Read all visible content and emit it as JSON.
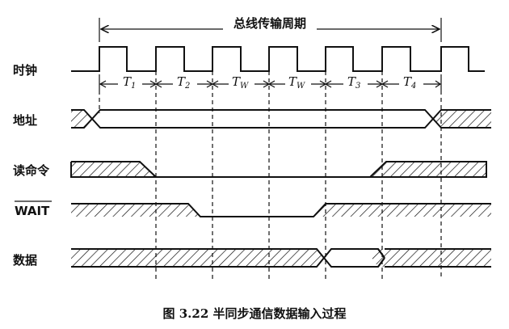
{
  "bus_cycle_label": "总线传输周期",
  "signals": {
    "clock": "时钟",
    "address": "地址",
    "read_command": "读命令",
    "wait": "WAIT",
    "data": "数据"
  },
  "periods": [
    {
      "base": "T",
      "sub": "1"
    },
    {
      "base": "T",
      "sub": "2"
    },
    {
      "base": "T",
      "sub": "W"
    },
    {
      "base": "T",
      "sub": "W"
    },
    {
      "base": "T",
      "sub": "3"
    },
    {
      "base": "T",
      "sub": "4"
    }
  ],
  "caption": "图 3.22    半同步通信数据输入过程"
}
